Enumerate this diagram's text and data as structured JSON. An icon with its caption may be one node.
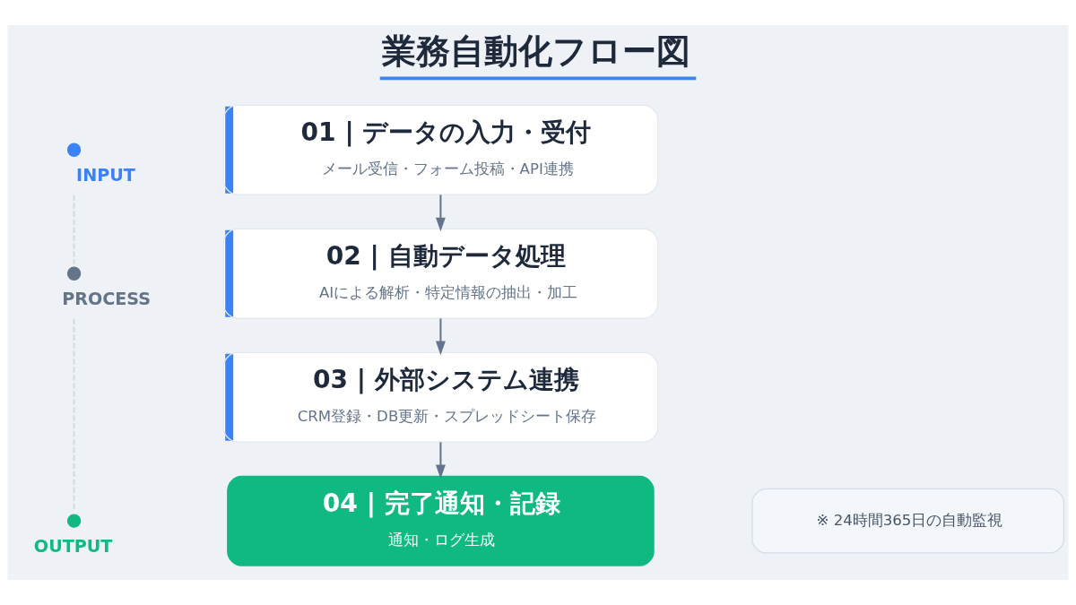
{
  "diagram": {
    "title": "業務自動化フロー図",
    "nodes": [
      {
        "text": [
          "01 | データの入力・受付",
          "メール受信・フォーム投稿・API連携"
        ]
      },
      {
        "text": [
          "02 | 自動データ処理",
          "AIによる解析・特定情報の抽出・加工"
        ]
      },
      {
        "text": [
          "03 | 外部システム連携",
          "CRM登録・DB更新・スプレッドシート保存"
        ]
      },
      {
        "text": [
          "04 | 完了通知・記録",
          "通知・ログ生成"
        ]
      },
      {
        "text": [],
        "shape": "circle",
        "beside": [
          "INPUT"
        ]
      },
      {
        "text": [],
        "shape": "circle",
        "beside": [
          "PROCESS"
        ]
      },
      {
        "text": [],
        "shape": "circle",
        "beside": [
          "OUTPUT"
        ]
      },
      {
        "text": [
          "※ 24時間365日の自動監視"
        ]
      }
    ],
    "edges": [
      {
        "from": 0,
        "to": 1,
        "arrow": "to"
      },
      {
        "from": 1,
        "to": 2,
        "arrow": "to"
      },
      {
        "from": 2,
        "to": 3,
        "arrow": "to"
      },
      {
        "from": 4,
        "to": 5,
        "arrow": "none",
        "style": "dashed",
        "color": "#d3dae4"
      },
      {
        "from": 5,
        "to": 6,
        "arrow": "none",
        "style": "dashed",
        "color": "#d3dae4"
      }
    ]
  }
}
